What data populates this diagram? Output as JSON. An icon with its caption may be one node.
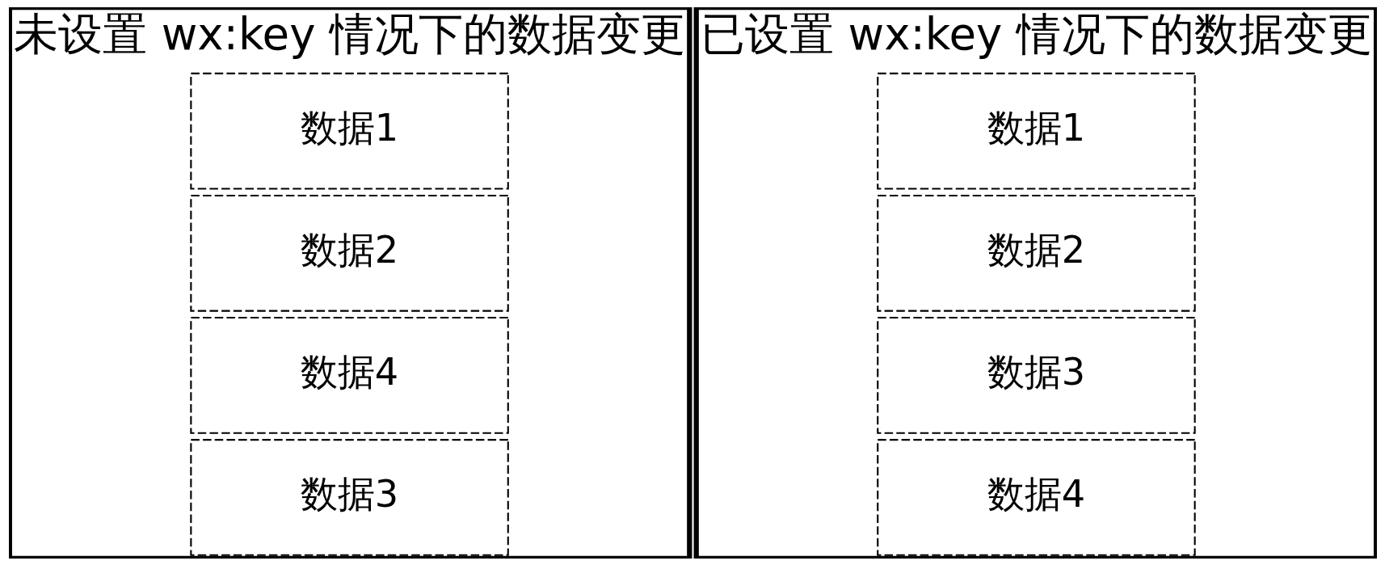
{
  "diagram": {
    "nodes": [
      {
        "text": [
          "未设置 wx:key 情况下的数据变更"
        ]
      },
      {
        "text": [
          "数据1"
        ],
        "in": 0
      },
      {
        "text": [
          "数据2"
        ],
        "in": 0
      },
      {
        "text": [
          "数据4"
        ],
        "in": 0
      },
      {
        "text": [
          "数据3"
        ],
        "in": 0
      },
      {
        "text": [
          "已设置 wx:key 情况下的数据变更"
        ]
      },
      {
        "text": [
          "数据1"
        ],
        "in": 5
      },
      {
        "text": [
          "数据2"
        ],
        "in": 5
      },
      {
        "text": [
          "数据3"
        ],
        "in": 5
      },
      {
        "text": [
          "数据4"
        ],
        "in": 5
      }
    ],
    "edges": []
  }
}
